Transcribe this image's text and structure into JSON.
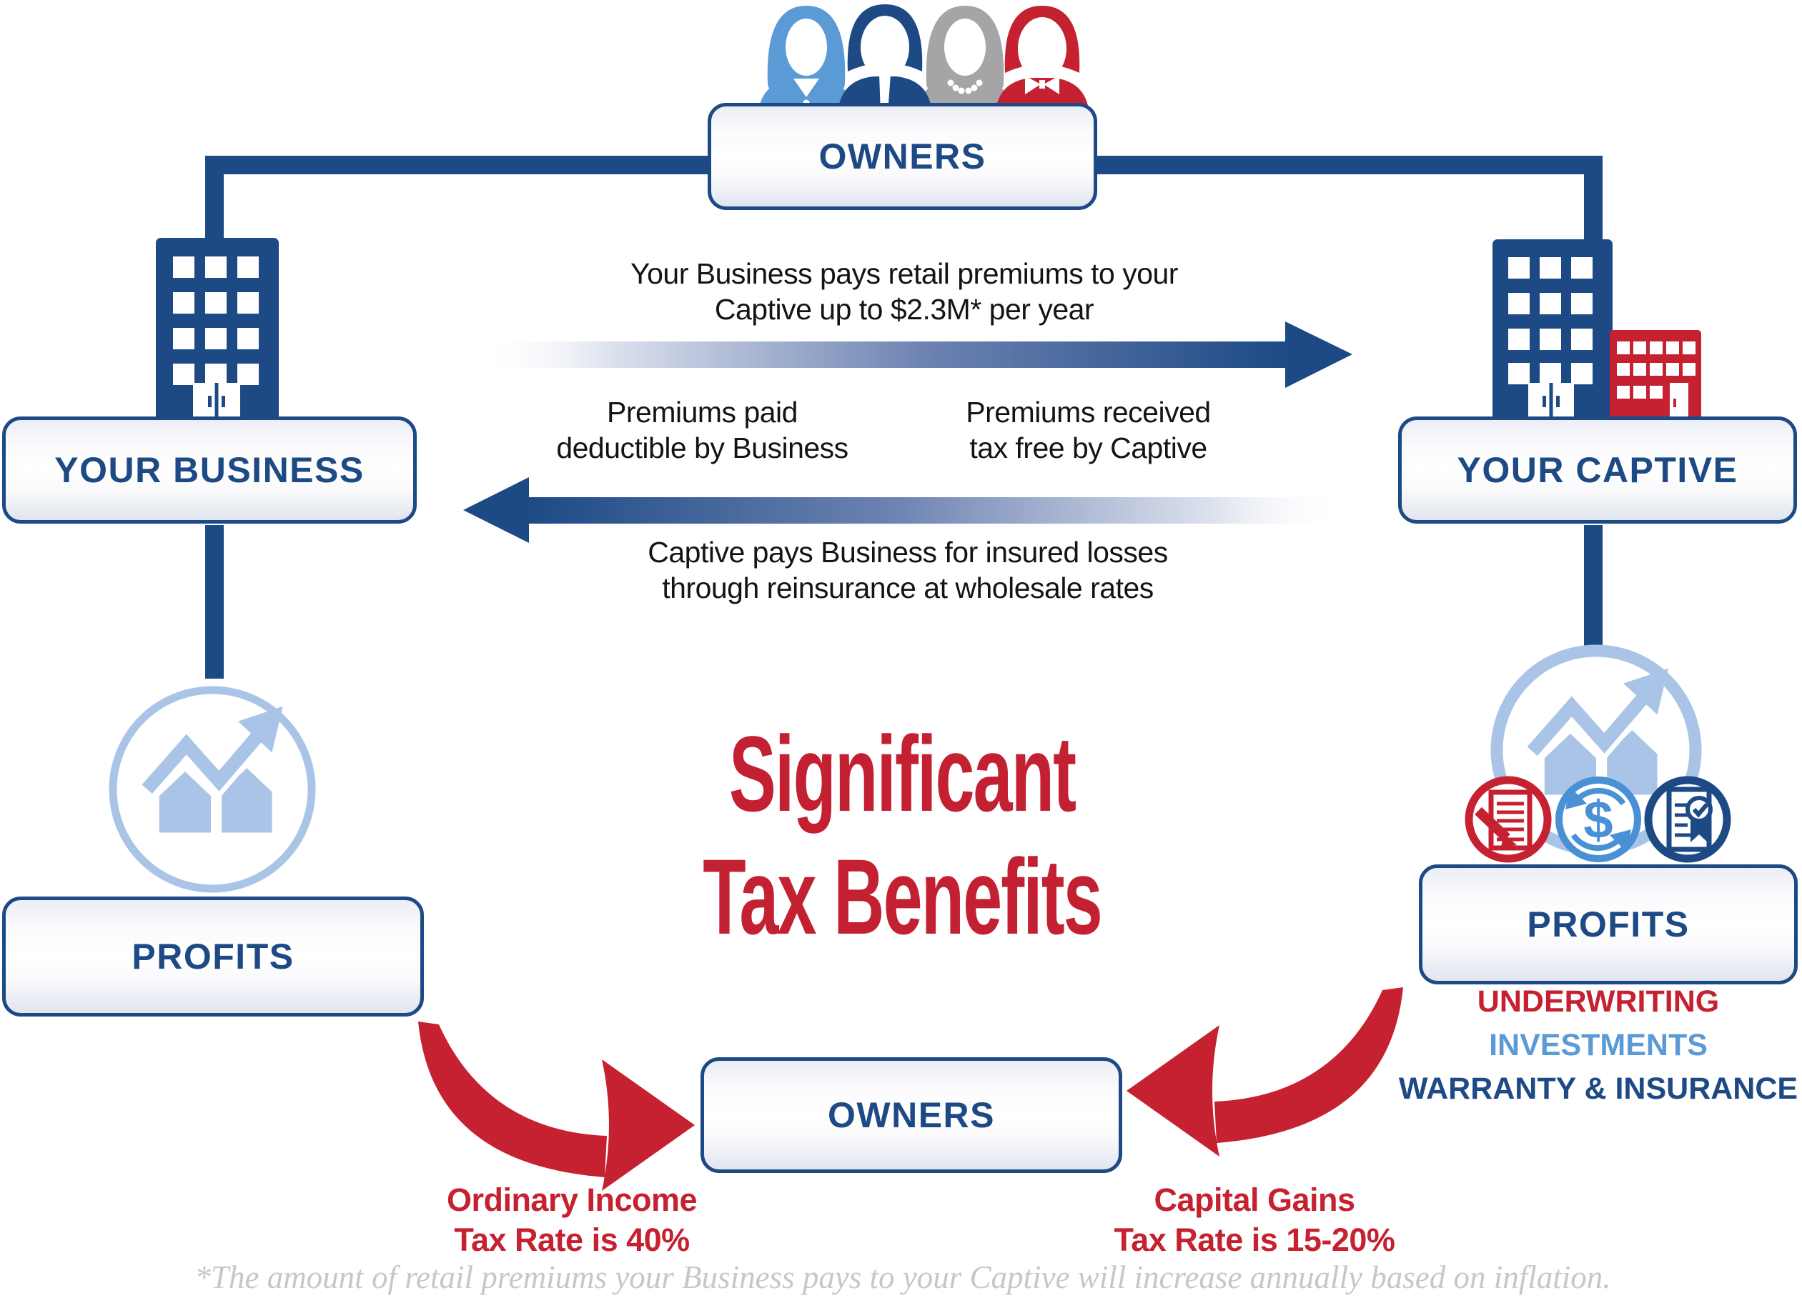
{
  "title": {
    "line1": "Significant",
    "line2": "Tax Benefits"
  },
  "nodes": {
    "owners_top": {
      "label": "OWNERS"
    },
    "your_business": {
      "label": "YOUR BUSINESS"
    },
    "your_captive": {
      "label": "YOUR CAPTIVE"
    },
    "profits_left": {
      "label": "PROFITS"
    },
    "profits_right": {
      "label": "PROFITS"
    },
    "owners_bottom": {
      "label": "OWNERS"
    }
  },
  "flows": {
    "premiums_to_captive": {
      "line1": "Your Business pays retail premiums to your",
      "line2": "Captive up to $2.3M* per year"
    },
    "premiums_paid": {
      "line1": "Premiums paid",
      "line2": "deductible by Business"
    },
    "premiums_received": {
      "line1": "Premiums received",
      "line2": "tax free by Captive"
    },
    "captive_pays_business": {
      "line1": "Captive pays Business for insured losses",
      "line2": "through reinsurance at wholesale rates"
    }
  },
  "profit_streams": [
    {
      "label": "UNDERWRITING",
      "color": "#C52130"
    },
    {
      "label": "INVESTMENTS",
      "color": "#5B9BD5"
    },
    {
      "label": "WARRANTY & INSURANCE",
      "color": "#1D4A85"
    }
  ],
  "tax_rates": {
    "ordinary_income": {
      "line1": "Ordinary Income",
      "line2": "Tax Rate is 40%"
    },
    "capital_gains": {
      "line1": "Capital Gains",
      "line2": "Tax Rate is 15-20%"
    }
  },
  "footnote": "*The amount of retail premiums your Business pays to your Captive will increase annually based on inflation.",
  "icons": {
    "owners_group": "four-owners-people-icon",
    "business_building": "business-building-icon",
    "captive_buildings": "captive-buildings-icon",
    "profits_chart": "profit-growth-chart-icon",
    "underwriting_icon": "contract-pen-icon",
    "investments_icon": "dollar-cycle-icon",
    "warranty_icon": "certificate-seal-icon"
  },
  "colors": {
    "navy": "#1D4A85",
    "red": "#C52130",
    "medium_blue": "#4A90D5",
    "light_blue_accent": "#5B9BD5",
    "pale_blue": "#A9C4E6",
    "gray_person": "#A5A5A7",
    "footnote_gray": "#C7C7C9",
    "text_black": "#141416"
  }
}
